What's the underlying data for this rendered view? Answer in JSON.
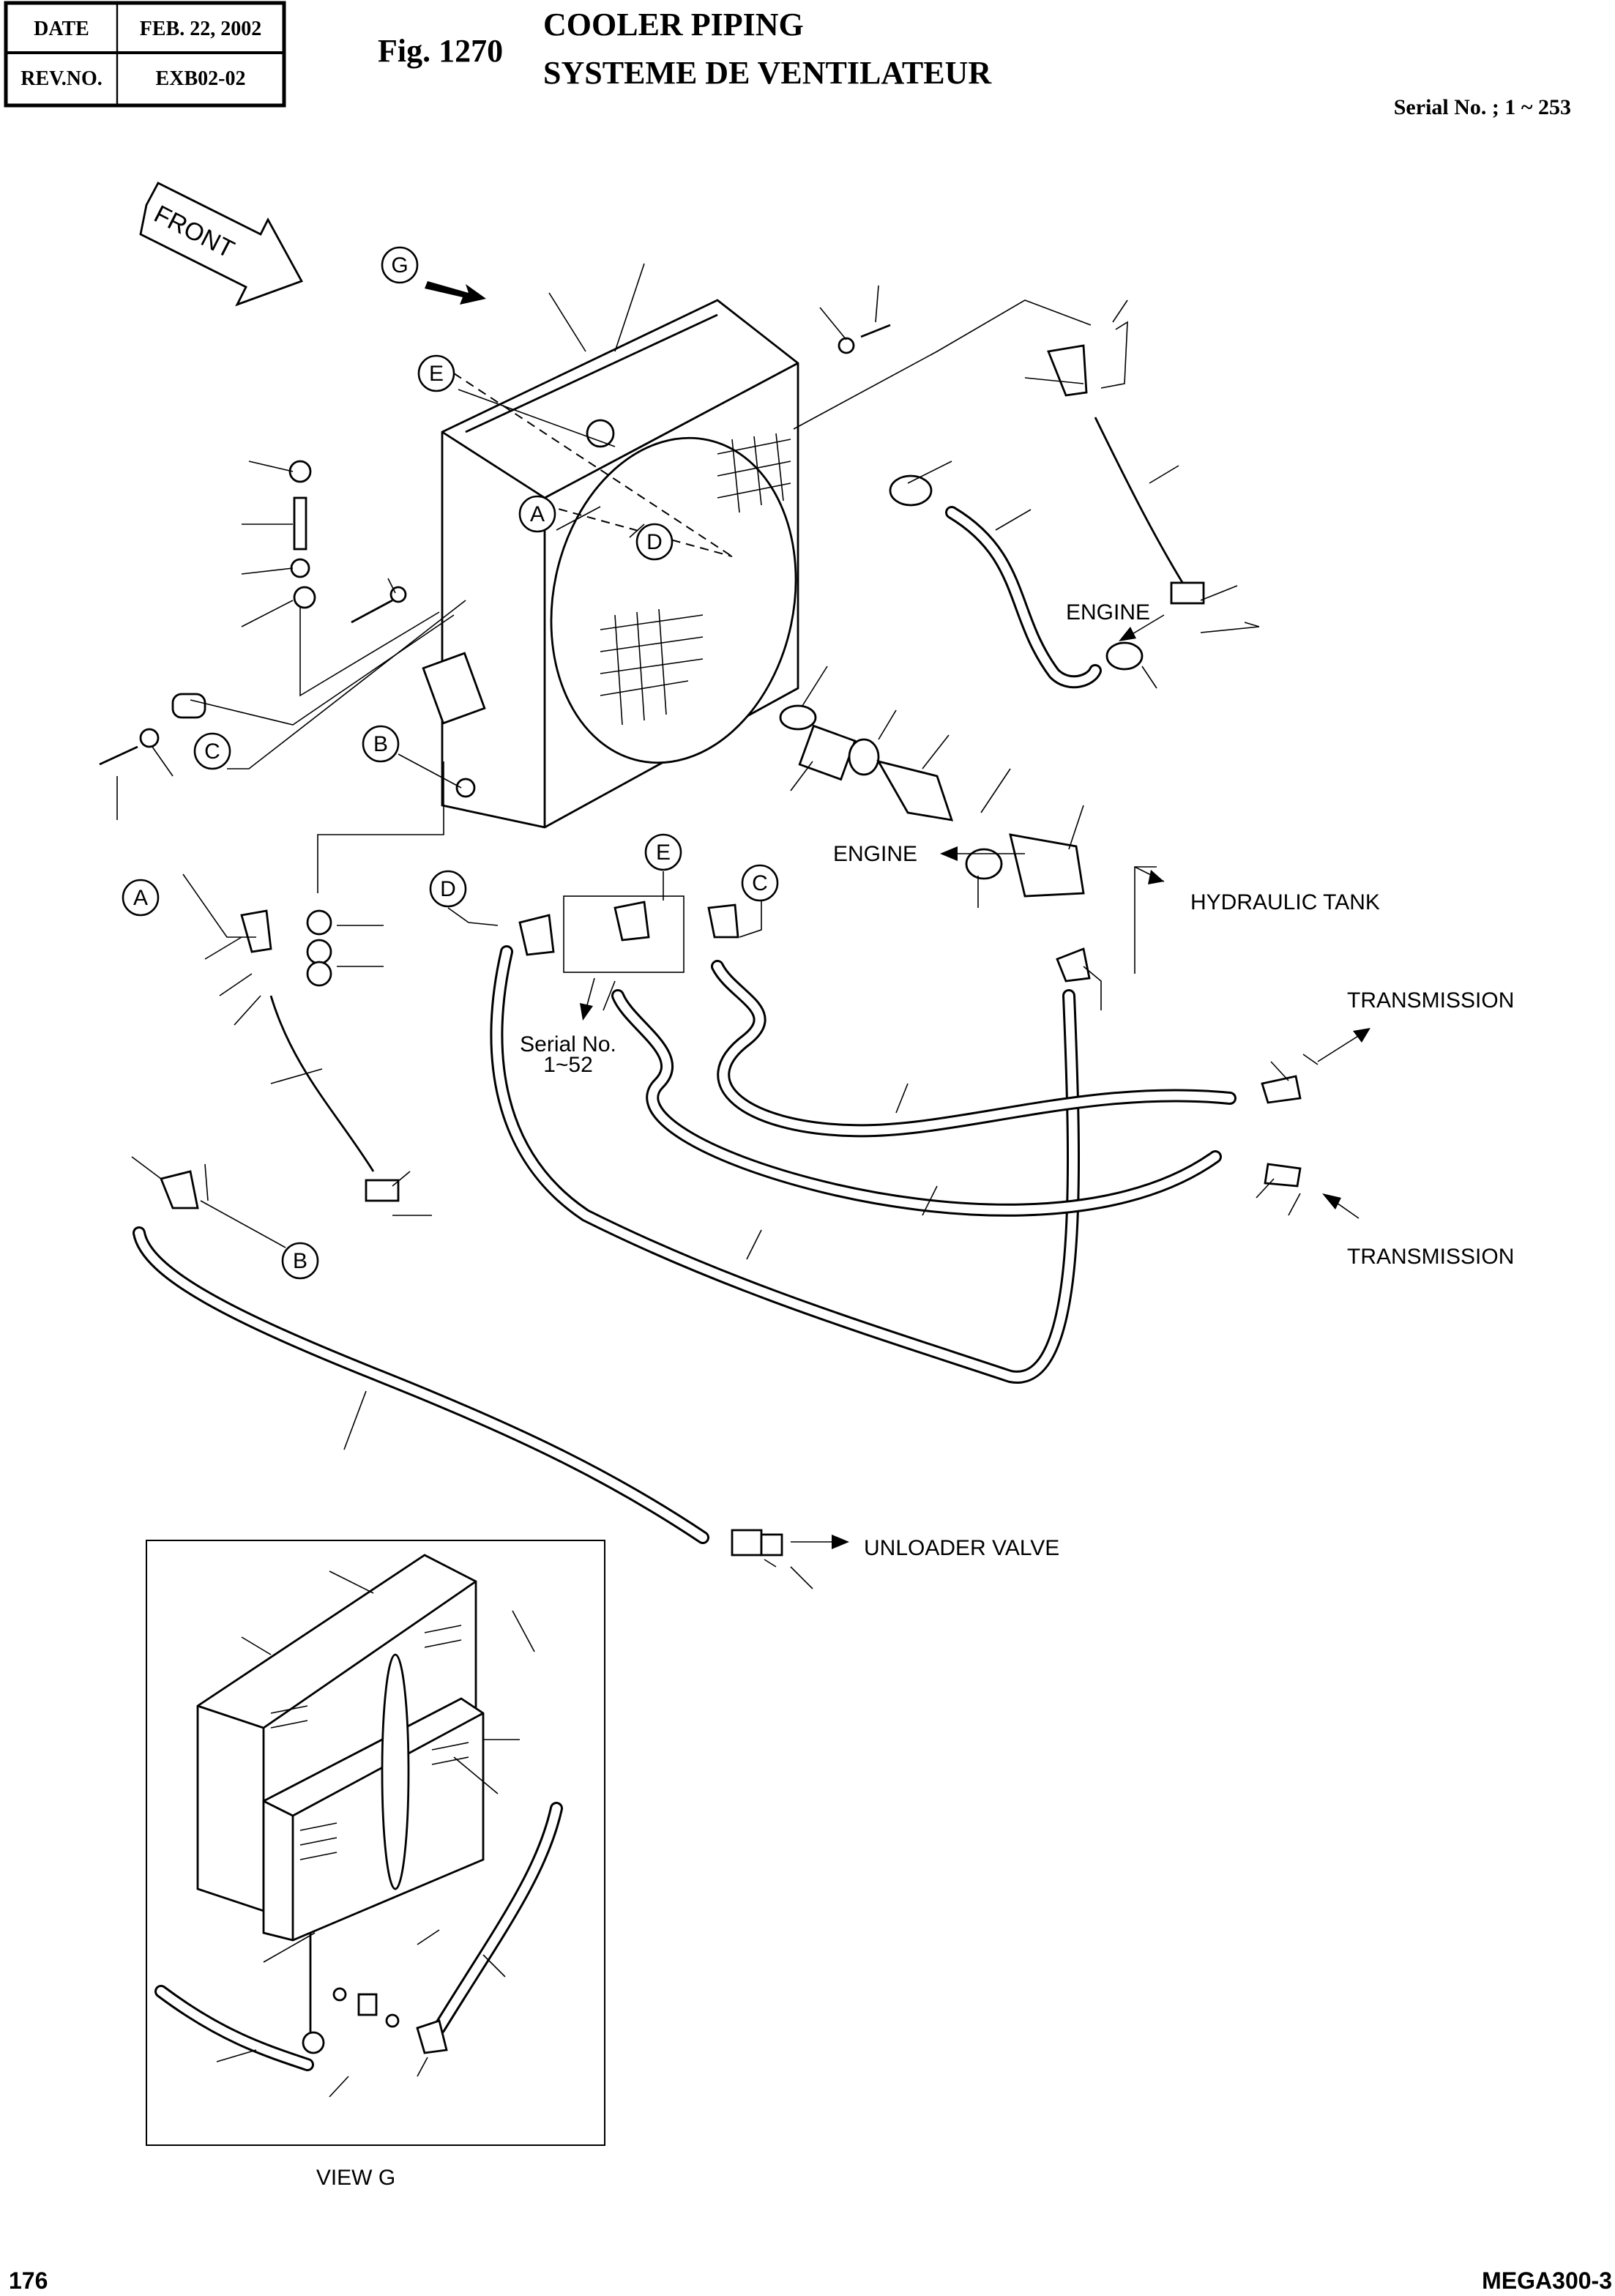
{
  "header": {
    "date_label": "DATE",
    "date_value": "FEB. 22, 2002",
    "rev_label": "REV.NO.",
    "rev_value": "EXB02-02",
    "fig_number": "Fig. 1270",
    "title_en": "COOLER PIPING",
    "title_fr": "SYSTEME DE VENTILATEUR",
    "serial": "Serial No. ; 1 ~ 253"
  },
  "diagram": {
    "front_label": "FRONT",
    "callouts": {
      "g": "G",
      "e_top": "E",
      "a_top": "A",
      "d_top": "D",
      "b_top": "B",
      "c_left": "C",
      "d_mid": "D",
      "e_mid": "E",
      "c_mid": "C",
      "a_left": "A",
      "b_low": "B"
    },
    "labels": {
      "engine_1": "ENGINE",
      "engine_2": "ENGINE",
      "hydraulic_tank": "HYDRAULIC TANK",
      "transmission_1": "TRANSMISSION",
      "transmission_2": "TRANSMISSION",
      "serial_inset_1": "Serial No.",
      "serial_inset_2": "1~52",
      "unloader_valve": "UNLOADER VALVE",
      "view_g": "VIEW  G"
    }
  },
  "footer": {
    "page_number": "176",
    "model": "MEGA300-3"
  }
}
